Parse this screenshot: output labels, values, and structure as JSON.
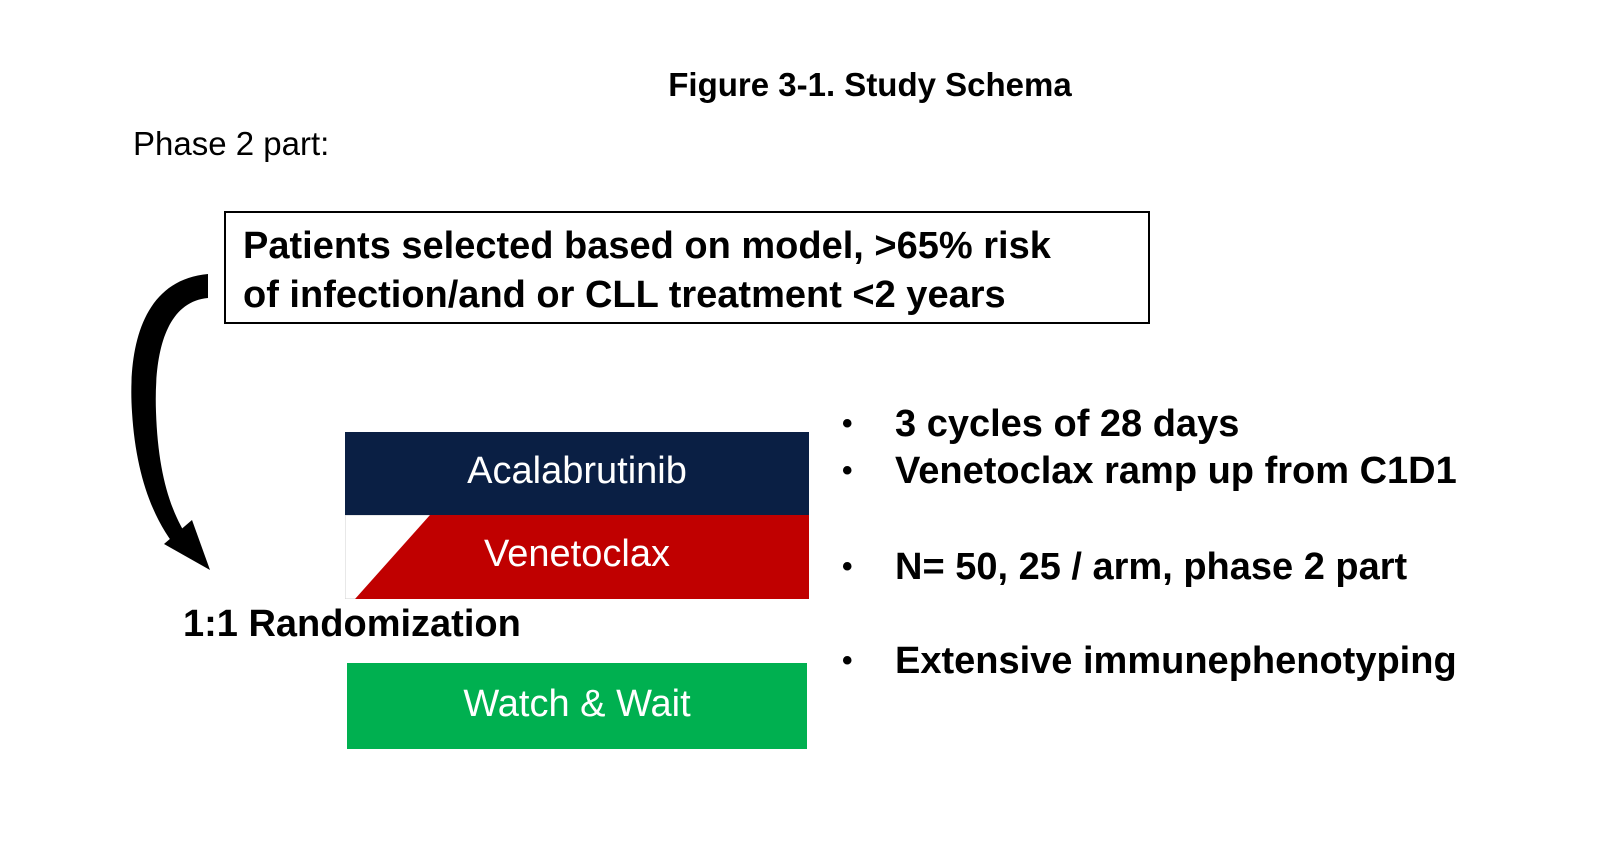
{
  "figure": {
    "title": "Figure 3-1. Study Schema",
    "phase_label": "Phase 2 part:"
  },
  "selection_box": {
    "line1": "Patients selected based on model, >65% risk",
    "line2": "of infection/and or CLL treatment <2 years"
  },
  "randomization": {
    "label": "1:1 Randomization"
  },
  "arms": {
    "treatment_drug1": "Acalabrutinib",
    "treatment_drug2": "Venetoclax",
    "control": "Watch & Wait"
  },
  "bullets": [
    "3 cycles of 28 days",
    "Venetoclax ramp up from C1D1",
    "N= 50, 25 / arm, phase 2 part",
    "Extensive immunephenotyping"
  ],
  "bullet_symbol": "•",
  "colors": {
    "navy": "#0a1f44",
    "red": "#c00000",
    "green": "#00b050"
  },
  "icons": {
    "curved_arrow": "curved-arrow-icon"
  }
}
